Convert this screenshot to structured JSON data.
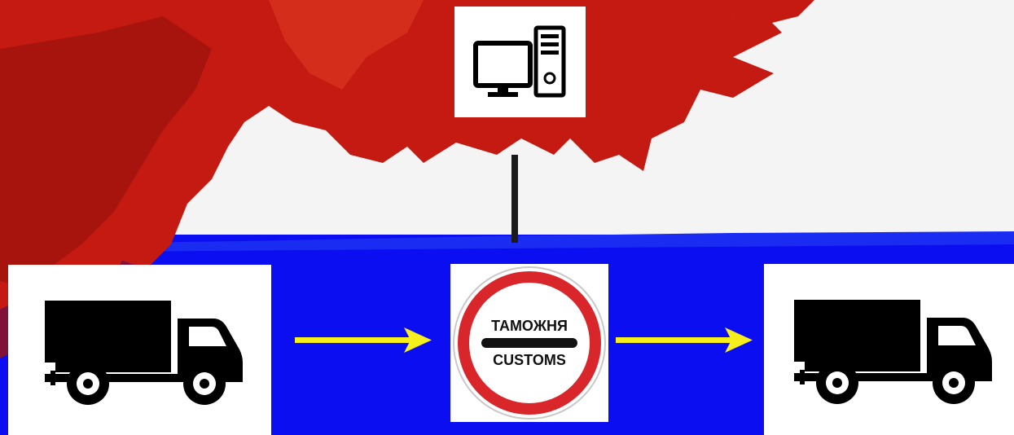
{
  "diagram": {
    "nodes": [
      {
        "id": "computer",
        "icon": "desktop-computer-icon"
      },
      {
        "id": "truck-origin",
        "icon": "truck-icon"
      },
      {
        "id": "customs",
        "icon": "customs-sign-icon",
        "sign_top": "ТАМОЖНЯ",
        "sign_bottom": "CUSTOMS"
      },
      {
        "id": "truck-destination",
        "icon": "truck-icon"
      }
    ],
    "edges": [
      {
        "from": "truck-origin",
        "to": "customs",
        "style": "arrow"
      },
      {
        "from": "customs",
        "to": "truck-destination",
        "style": "arrow"
      },
      {
        "from": "computer",
        "to": "customs",
        "style": "line"
      }
    ]
  },
  "colors": {
    "background_red": "#c41a12",
    "background_white": "#f4f4f4",
    "background_blue": "#0b0ef0",
    "arrow": "#f7ee1e",
    "connector": "#1a1a1a",
    "sign_ring": "#d8262b",
    "icon": "#000000"
  }
}
